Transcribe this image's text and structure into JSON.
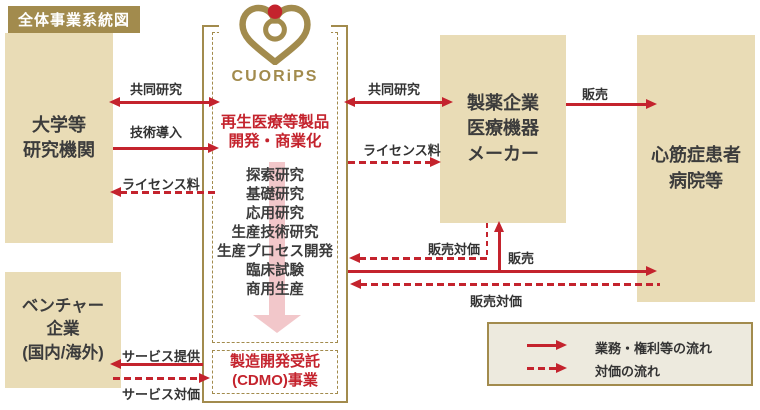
{
  "title_label": "全体事業系統図",
  "logo": {
    "brand": "CUORiPS"
  },
  "boxes": {
    "university": {
      "lines": [
        "大学等",
        "研究機関"
      ]
    },
    "venture": {
      "lines": [
        "ベンチャー",
        "企業",
        "(国内/海外)"
      ]
    },
    "pharma": {
      "lines": [
        "製薬企業",
        "医療機器",
        "メーカー"
      ]
    },
    "patients": {
      "lines": [
        "心筋症患者",
        "病院等"
      ]
    }
  },
  "center": {
    "title_lines": [
      "再生医療等製品",
      "開発・商業化"
    ],
    "pipeline": [
      "探索研究",
      "基礎研究",
      "応用研究",
      "生産技術研究",
      "生産プロセス開発",
      "臨床試験",
      "商用生産"
    ],
    "cdmo_lines": [
      "製造開発受託",
      "(CDMO)事業"
    ]
  },
  "arrow_labels": {
    "joint_research_left": "共同研究",
    "tech_transfer": "技術導入",
    "license_fee_left": "ライセンス料",
    "service_provide": "サービス提供",
    "service_fee": "サービス対価",
    "joint_research_right": "共同研究",
    "license_fee_right": "ライセンス料",
    "sales_fee_upper": "販売対価",
    "sales_mid": "販売",
    "sales_fee_lower": "販売対価",
    "sales_top": "販売"
  },
  "legend": {
    "items": [
      {
        "style": "solid",
        "label": "業務・権利等の流れ"
      },
      {
        "style": "dashed",
        "label": "対価の流れ"
      }
    ]
  },
  "colors": {
    "arrow_red": "#c4232d",
    "gold": "#a28b4d",
    "box_tan": "#e9dcb6",
    "text_dark": "#3c3c3c",
    "legend_bg": "#edeade",
    "pink_arrow": "#f2c7ca"
  }
}
